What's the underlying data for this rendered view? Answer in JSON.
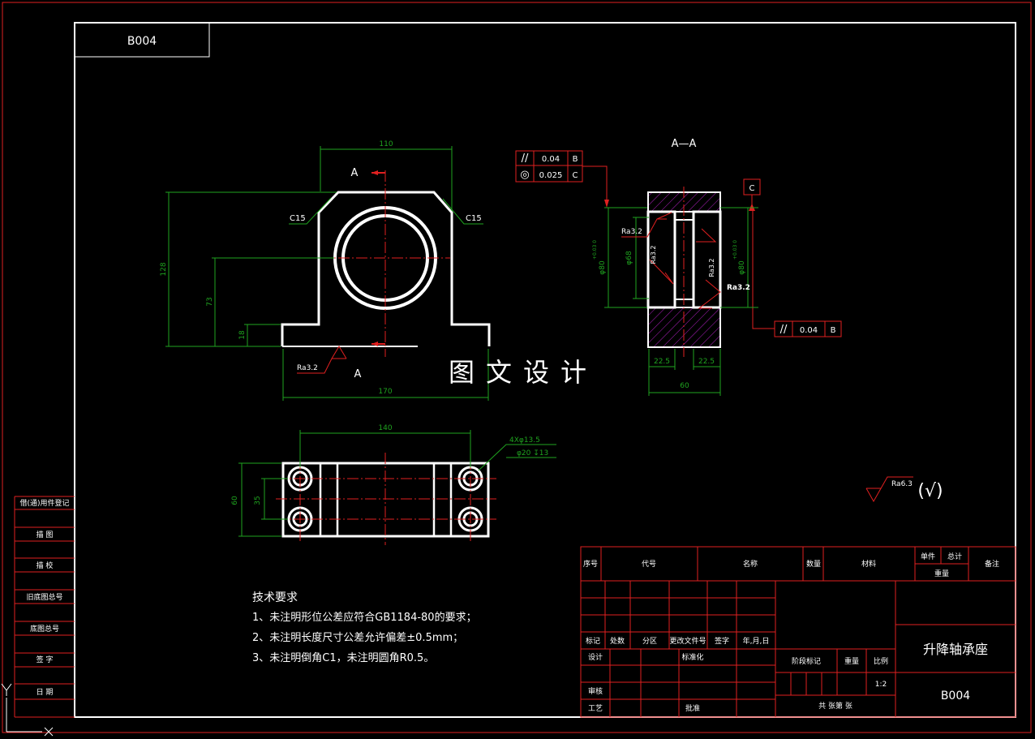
{
  "drawing_code": "B004",
  "views": {
    "front": {
      "section_marker_top": "A",
      "section_marker_bottom": "A",
      "dim_top_width": "110",
      "dim_total_height": "128",
      "dim_center_height": "73",
      "dim_base_height": "18",
      "dim_base_width": "170",
      "chamfer_left": "C15",
      "chamfer_right": "C15",
      "roughness_base": "Ra3.2"
    },
    "section": {
      "title": "A—A",
      "fcf_1": {
        "symbol": "//",
        "tolerance": "0.04",
        "datum": "B"
      },
      "fcf_2": {
        "symbol": "◎",
        "tolerance": "0.025",
        "datum": "C"
      },
      "fcf_3": {
        "symbol": "//",
        "tolerance": "0.04",
        "datum": "B"
      },
      "datum_c": "C",
      "dim_outer_bore": "φ80",
      "dim_outer_bore_tol": "+0.03 0",
      "dim_bore": "φ68",
      "dim_right_bore": "φ80",
      "dim_right_bore_tol": "+0.03 0",
      "roughness_1": "Ra3.2",
      "roughness_2": "Ra3.2",
      "roughness_3": "Ra3.2",
      "roughness_4": "Ra3.2",
      "dim_left_width": "22.5",
      "dim_right_width": "22.5",
      "dim_total_width": "60"
    },
    "top": {
      "dim_hole_spacing": "140",
      "dim_height": "60",
      "dim_hole_y": "35",
      "hole_note_1": "4Xφ13.5",
      "hole_note_2": "φ20 ↧13"
    }
  },
  "watermark": "图文设计",
  "general_roughness": {
    "value": "Ra6.3",
    "mark": "(√)"
  },
  "tech_requirements": {
    "title": "技术要求",
    "items": [
      "1、未注明形位公差应符合GB1184-80的要求；",
      "2、未注明长度尺寸公差允许偏差±0.5mm；",
      "3、未注明倒角C1，未注明圆角R0.5。"
    ]
  },
  "left_strip_labels": [
    "借(通)用件登记",
    "描 图",
    "描 校",
    "旧底图总号",
    "底图总号",
    "签 字",
    "日 期"
  ],
  "title_block": {
    "header": {
      "seq": "序号",
      "code": "代号",
      "name": "名称",
      "qty": "数量",
      "material": "材料",
      "unit": "单件",
      "total": "总计",
      "weight": "重量",
      "remark": "备注"
    },
    "rev_row": {
      "mark": "标记",
      "count": "处数",
      "zone": "分区",
      "doc": "更改文件号",
      "sign": "签字",
      "date": "年,月,日"
    },
    "design": "设计",
    "standard": "标准化",
    "stage_mark": "阶段标记",
    "weight": "重量",
    "scale": "比例",
    "scale_value": "1:2",
    "check": "审核",
    "process": "工艺",
    "approve": "批准",
    "sheets": "共 张第 张",
    "part_name": "升降轴承座",
    "part_code": "B004"
  },
  "colors": {
    "border": "#e02020",
    "outline": "#ffffff",
    "dimension": "#1fa31f",
    "center": "#e02020",
    "hatch": "#b020c0"
  }
}
